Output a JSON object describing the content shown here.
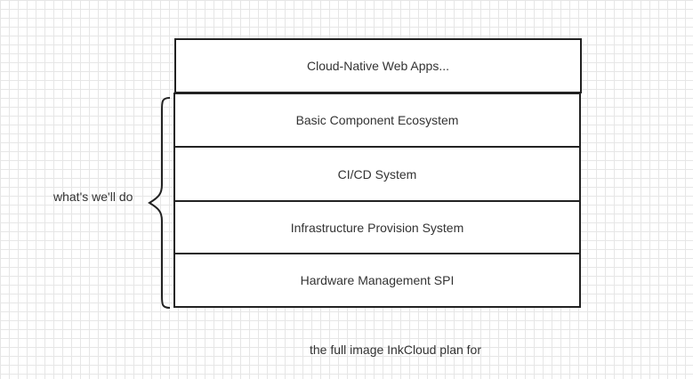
{
  "diagram": {
    "top_layer": "Cloud-Native Web Apps...",
    "stack_layers": [
      "Basic Component Ecosystem",
      "CI/CD System",
      "Infrastructure Provision System",
      "Hardware Management SPI"
    ],
    "brace_label": "what's we'll do",
    "caption": "the full image InkCloud plan for"
  }
}
